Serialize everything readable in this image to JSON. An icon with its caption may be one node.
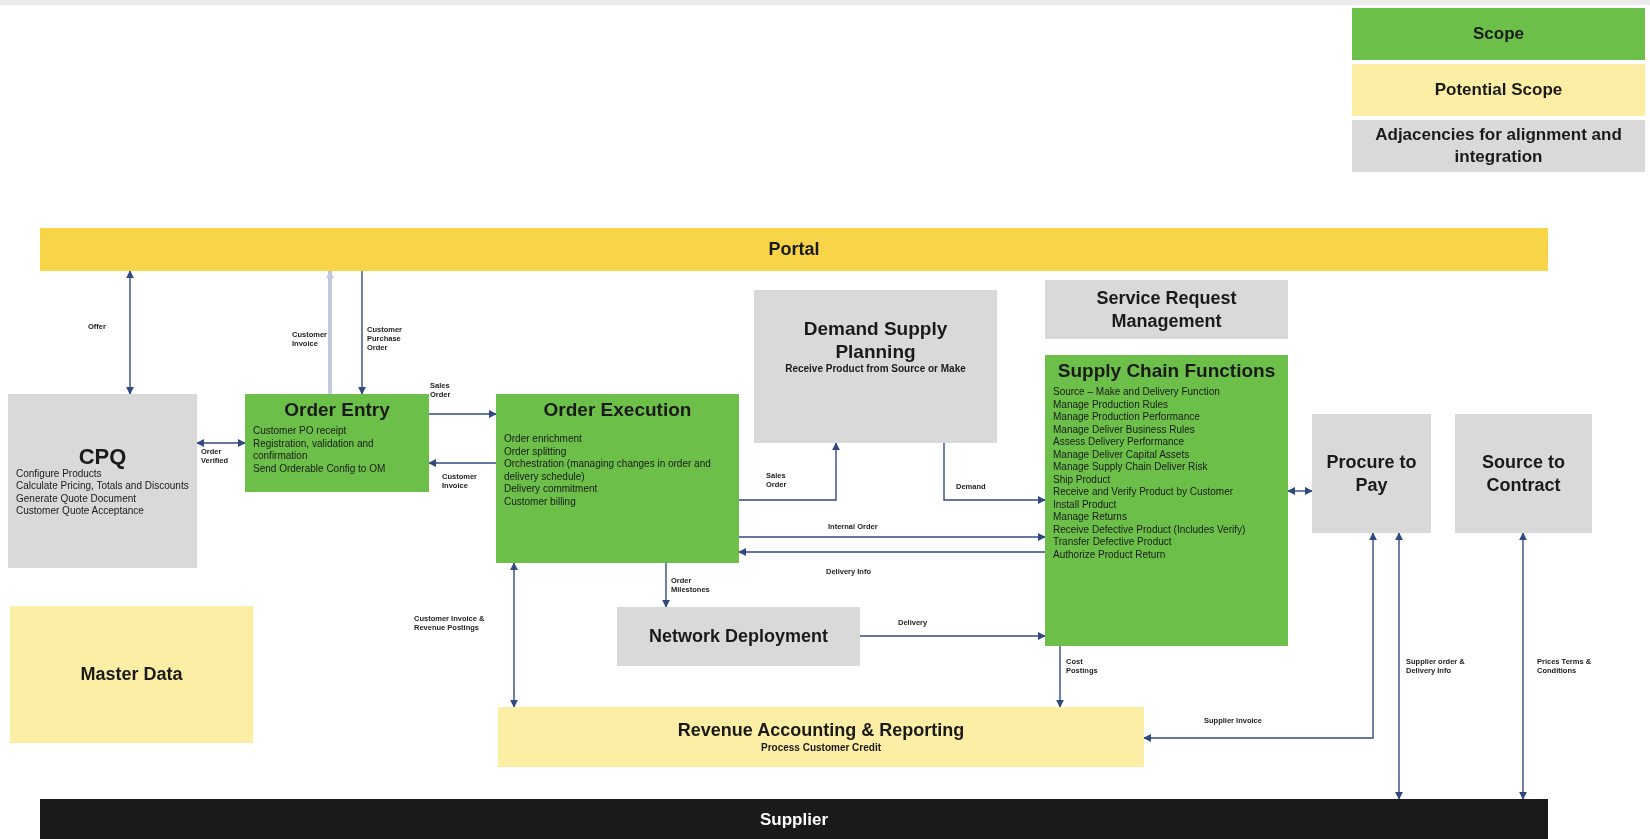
{
  "diagram": {
    "nodes": [
      {
        "text": [
          "Portal"
        ]
      },
      {
        "text": [
          "CPQ",
          "Configure Products",
          "Calculate Pricing, Totals and Discounts",
          "Generate Quote Document",
          "Customer Quote Acceptance"
        ]
      },
      {
        "text": [
          "Order Entry",
          "Customer PO receipt",
          "Registration, validation and confirmation",
          "Send Orderable Config to OM"
        ]
      },
      {
        "text": [
          "Order Execution",
          "Order enrichment",
          "Order splitting",
          "Orchestration (managing changes in order and delivery schedule)",
          "Delivery commitment",
          "Customer billing"
        ]
      },
      {
        "text": [
          "Demand Supply Planning",
          "Receive Product from Source or Make"
        ]
      },
      {
        "text": [
          "Service Request Management"
        ]
      },
      {
        "text": [
          "Supply Chain Functions",
          "Source – Make and Delivery Function",
          "Manage Production Rules",
          "Manage Production Performance",
          "Manage Deliver Business Rules",
          "Assess Delivery Performance",
          "Manage Deliver Capital Assets",
          "Manage Supply Chain Deliver Risk",
          "Ship Product",
          "Receive and Verify Product by Customer",
          "Install Product",
          "Manage Returns",
          "Receive Defective Product (Includes Verify)",
          "Transfer Defective Product",
          "Authorize Product Return"
        ]
      },
      {
        "text": [
          "Procure to Pay"
        ]
      },
      {
        "text": [
          "Source to Contract"
        ]
      },
      {
        "text": [
          "Master Data"
        ]
      },
      {
        "text": [
          "Network Deployment"
        ]
      },
      {
        "text": [
          "Revenue Accounting & Reporting",
          "Process Customer Credit"
        ]
      },
      {
        "text": [
          "Supplier"
        ]
      }
    ],
    "edges": [
      {
        "from": 1,
        "to": 0,
        "arrow": "both",
        "label": "Offer"
      },
      {
        "from": 2,
        "to": 0,
        "arrow": "to",
        "label": "Customer Invoice",
        "style": "thick",
        "color": "#c3c8dd"
      },
      {
        "from": 0,
        "to": 2,
        "arrow": "to",
        "label": "Customer Purchase Order"
      },
      {
        "from": 1,
        "to": 2,
        "arrow": "both",
        "label": "Order Verified"
      },
      {
        "from": 2,
        "to": 3,
        "arrow": "to",
        "label": "Sales Order"
      },
      {
        "from": 3,
        "to": 2,
        "arrow": "to",
        "label": "Customer Invoice"
      },
      {
        "from": 3,
        "to": 4,
        "arrow": "to",
        "label": "Sales Order"
      },
      {
        "from": 4,
        "to": 6,
        "arrow": "to",
        "label": "Demand"
      },
      {
        "from": 3,
        "to": 6,
        "arrow": "to",
        "label": "Internal Order"
      },
      {
        "from": 6,
        "to": 3,
        "arrow": "to",
        "label": "Delivery Info"
      },
      {
        "from": 6,
        "to": 7,
        "arrow": "both"
      },
      {
        "from": 3,
        "to": 10,
        "arrow": "to",
        "label": "Order Milestones"
      },
      {
        "from": 10,
        "to": 6,
        "arrow": "to",
        "label": "Delivery"
      },
      {
        "from": 11,
        "to": 3,
        "arrow": "both",
        "label": "Customer Invoice & Revenue Postings"
      },
      {
        "from": 6,
        "to": 11,
        "arrow": "to",
        "label": "Cost Postings"
      },
      {
        "from": 7,
        "to": 11,
        "arrow": "both",
        "label": "Supplier Invoice"
      },
      {
        "from": 7,
        "to": 12,
        "arrow": "both",
        "label": "Supplier order & Delivery Info"
      },
      {
        "from": 8,
        "to": 12,
        "arrow": "both",
        "label": "Prices Terms & Conditions"
      }
    ],
    "legend": [
      {
        "text": "Scope",
        "color": "#6cc04a"
      },
      {
        "text": "Potential Scope",
        "color": "#fdeea5"
      },
      {
        "text": "Adjacencies for alignment and integration",
        "color": "#d9d9d9"
      }
    ]
  }
}
